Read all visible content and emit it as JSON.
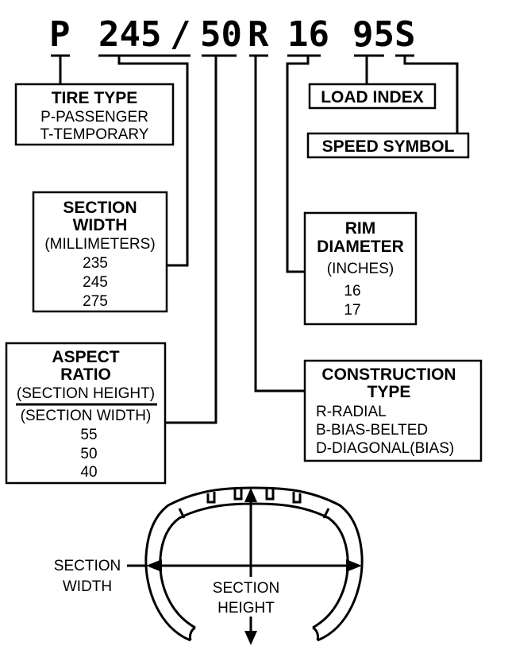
{
  "code": {
    "prefix": "P",
    "width": "245",
    "slash": "/",
    "aspect": "50",
    "construction": "R",
    "rim": "16",
    "service": "95S"
  },
  "tire_type": {
    "title": "TIRE TYPE",
    "lines": [
      "P-PASSENGER",
      "T-TEMPORARY"
    ]
  },
  "load_index": {
    "title": "LOAD INDEX"
  },
  "speed_symbol": {
    "title": "SPEED SYMBOL"
  },
  "section_width": {
    "title": [
      "SECTION",
      "WIDTH"
    ],
    "unit": "(MILLIMETERS)",
    "values": [
      "235",
      "245",
      "275"
    ]
  },
  "rim_diameter": {
    "title": [
      "RIM",
      "DIAMETER"
    ],
    "unit": "(INCHES)",
    "values": [
      "16",
      "17"
    ]
  },
  "aspect_ratio": {
    "title": [
      "ASPECT",
      "RATIO"
    ],
    "numerator": "(SECTION HEIGHT)",
    "denominator": "(SECTION WIDTH)",
    "values": [
      "55",
      "50",
      "40"
    ]
  },
  "construction_type": {
    "title": [
      "CONSTRUCTION",
      "TYPE"
    ],
    "lines": [
      "R-RADIAL",
      "B-BIAS-BELTED",
      "D-DIAGONAL(BIAS)"
    ]
  },
  "cross_section": {
    "width_label": [
      "SECTION",
      "WIDTH"
    ],
    "height_label": [
      "SECTION",
      "HEIGHT"
    ]
  }
}
